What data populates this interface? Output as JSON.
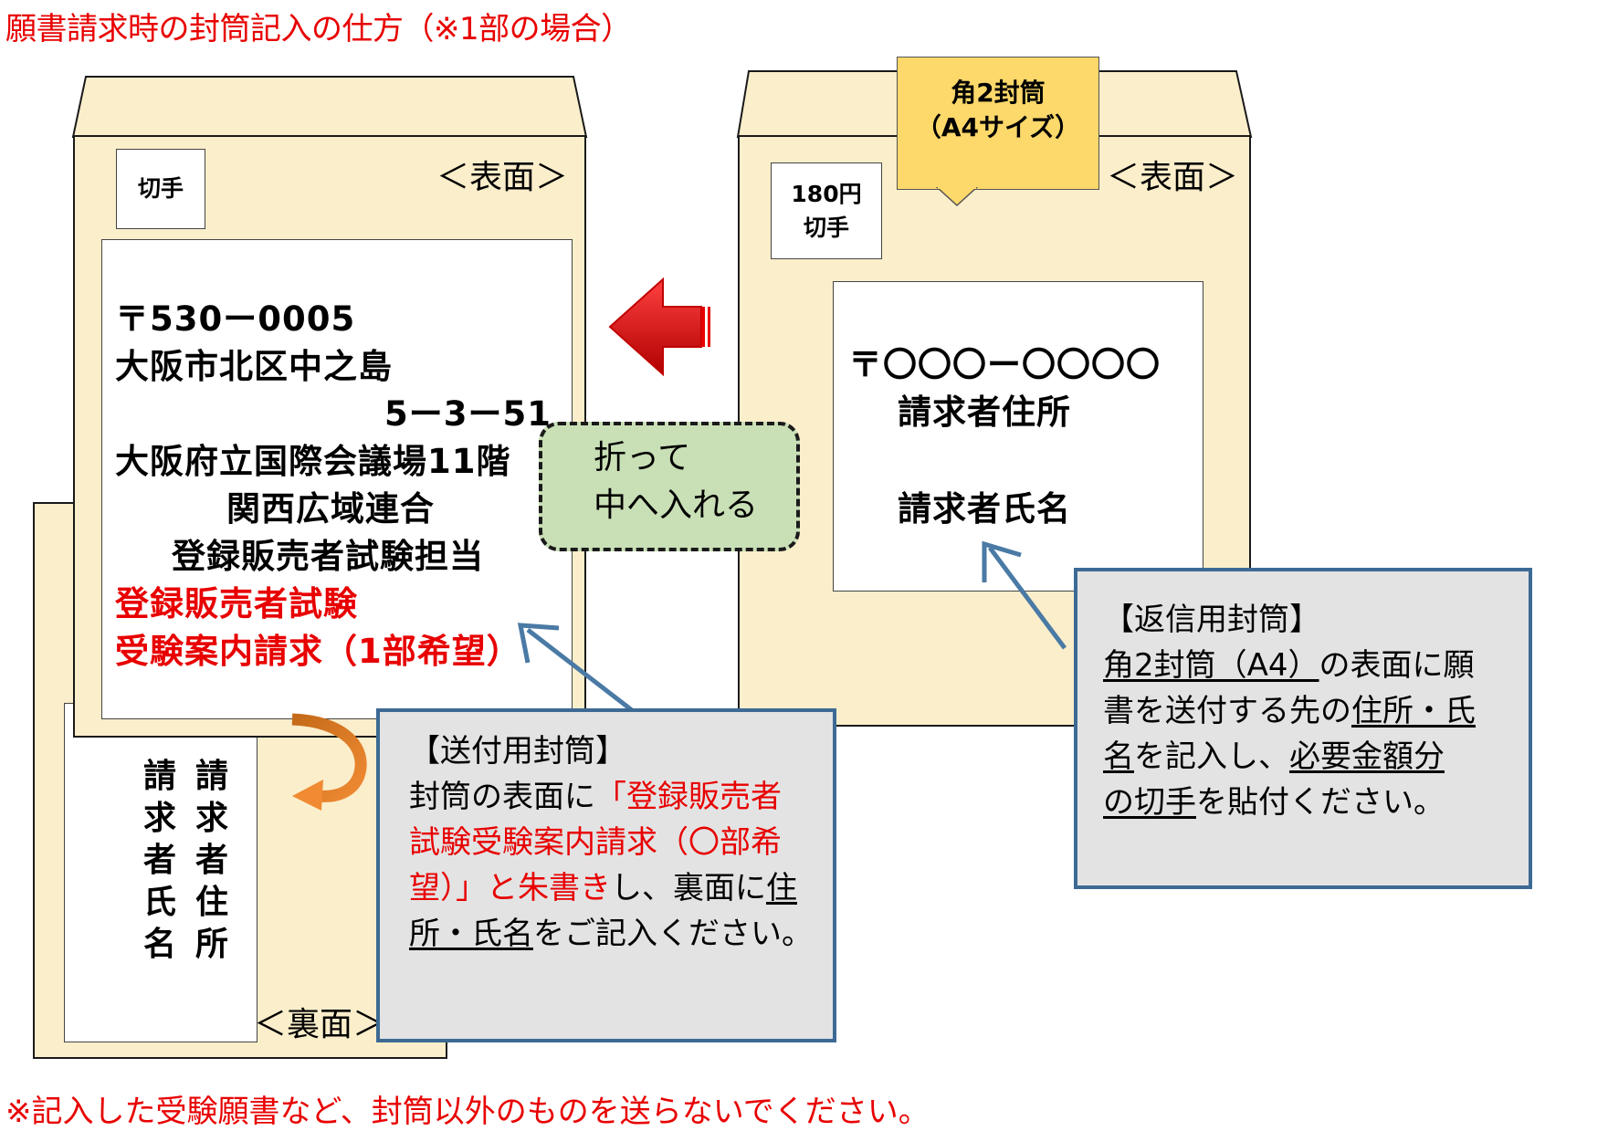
{
  "title": "願書請求時の封筒記入の仕方（※1部の場合）",
  "footnote": "※記入した受験願書など、封筒以外のものを送らないでください。",
  "send_envelope": {
    "front_label": "＜表面＞",
    "back_label": "＜裏面＞",
    "stamp_label": "切手",
    "address_lines": [
      "〒530ー0005",
      "大阪市北区中之島",
      "5ー3ー51",
      "大阪府立国際会議場11階",
      "関西広域連合",
      "登録販売者試験担当"
    ],
    "red_lines": [
      "登録販売者試験",
      "受験案内請求（1部希望）"
    ],
    "back_columns": [
      [
        "請",
        "求",
        "者",
        "氏",
        "名"
      ],
      [
        "請",
        "求",
        "者",
        "住",
        "所"
      ]
    ]
  },
  "return_envelope": {
    "front_label": "＜表面＞",
    "tag_line1": "角2封筒",
    "tag_line2": "（A4サイズ）",
    "stamp_line1": "180円",
    "stamp_line2": "切手",
    "postal": "〒〇〇〇ー〇〇〇〇",
    "address": "請求者住所",
    "name": "請求者氏名"
  },
  "fold_note": {
    "line1": "折って",
    "line2": "中へ入れる"
  },
  "callout_send": {
    "heading": "【送付用封筒】",
    "lines": [
      "封筒の表面に",
      "「登録販売者",
      "試験受験案内請求（〇部希",
      "望）」と朱書き",
      "し、裏面に",
      "住",
      "所・氏名",
      "をご記入ください。"
    ]
  },
  "callout_return": {
    "heading": "【返信用封筒】",
    "lines": [
      "角2封筒（A4）",
      "の表面に願",
      "書を送付する先の",
      "住所・氏",
      "名",
      "を記入し、",
      "必要金額分",
      "の切手",
      "を貼付ください。"
    ]
  },
  "colors": {
    "red": "#e80000",
    "envelope": "#fbeecb",
    "callout_border": "#3d6a94",
    "callout_bg": "#e3e3e3",
    "green_note": "#c9dfb6",
    "tag": "#fdd86a"
  }
}
